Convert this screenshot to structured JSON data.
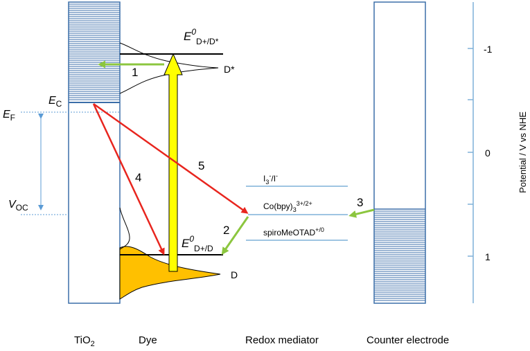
{
  "labels": {
    "tio2_main": "TiO",
    "tio2_sub": "2",
    "dye": "Dye",
    "redox_mediator": "Redox mediator",
    "counter_electrode": "Counter electrode",
    "ec_main": "E",
    "ec_sub": "C",
    "ef_main": "E",
    "ef_sub": "F",
    "voc_main": "V",
    "voc_sub": "OC",
    "e0_star_main": "E",
    "e0_star_sup": "0",
    "e0_star_sub": "D+/D*",
    "e0_ground_main": "E",
    "e0_ground_sup": "0",
    "e0_ground_sub": "D+/D",
    "d_star": "D*",
    "d": "D"
  },
  "mediators": {
    "iodide_a": "I",
    "iodide_a_sub": "3",
    "iodide_a_sup": "-",
    "iodide_b": "/I",
    "iodide_b_sup": "-",
    "cobalt": "Co(bpy)",
    "cobalt_sub": "3",
    "cobalt_sup": "3+/2+",
    "spiro": "spiroMeOTAD",
    "spiro_sup": "+/0"
  },
  "processes": [
    "1",
    "2",
    "3",
    "4",
    "5"
  ],
  "axis": {
    "title": "Potential  / V vs NHE",
    "ticks": [
      "-1",
      "0",
      "1"
    ]
  },
  "colors": {
    "band_blue": "#3b6ea8",
    "axis_blue": "#7fb0d8",
    "red_arrow": "#e8251e",
    "green_arrow": "#8cc63f",
    "yellow_arrow": "#ffff00",
    "dye_fill": "#ffc000"
  }
}
